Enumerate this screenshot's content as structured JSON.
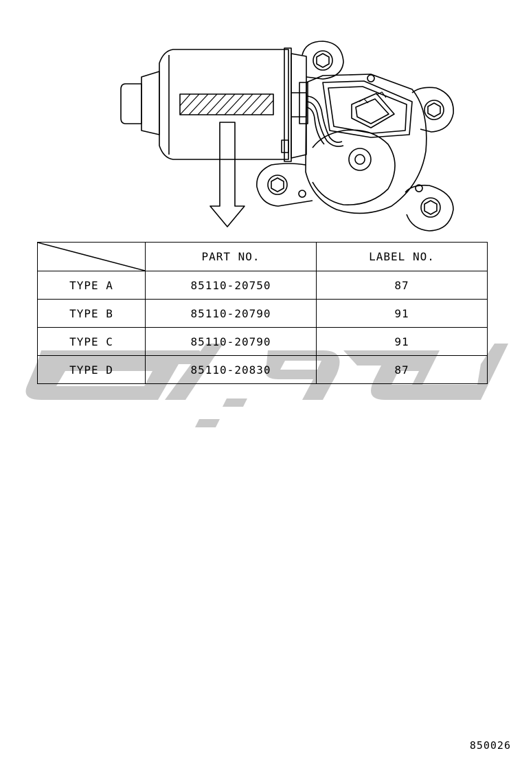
{
  "table": {
    "headers": {
      "corner": "",
      "part_no": "PART NO.",
      "label_no": "LABEL NO."
    },
    "rows": [
      {
        "type": "TYPE A",
        "part_no": "85110-20750",
        "label_no": "87"
      },
      {
        "type": "TYPE B",
        "part_no": "85110-20790",
        "label_no": "91"
      },
      {
        "type": "TYPE C",
        "part_no": "85110-20790",
        "label_no": "91"
      },
      {
        "type": "TYPE D",
        "part_no": "85110-20830",
        "label_no": "87"
      }
    ]
  },
  "drawing_number": "850026",
  "colors": {
    "line": "#000000",
    "watermark": "#c8c8c8"
  }
}
